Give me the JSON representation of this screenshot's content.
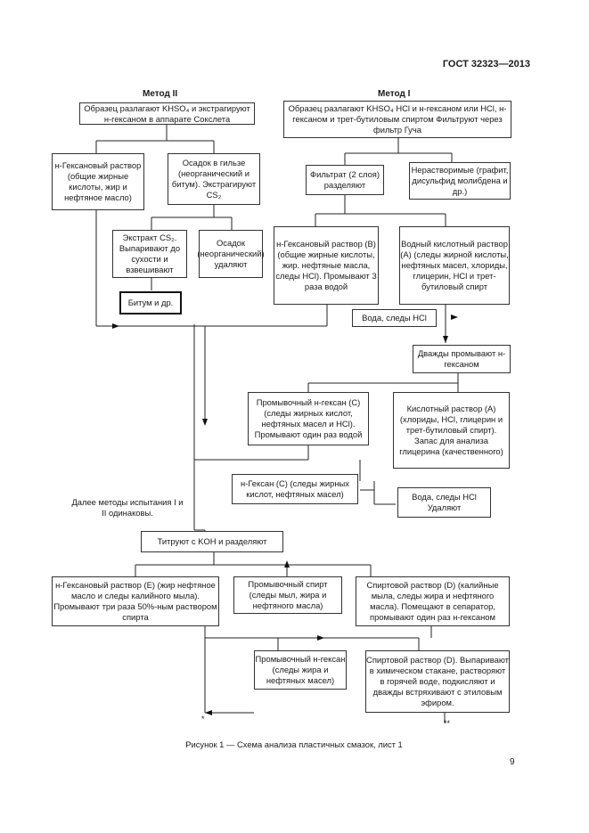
{
  "header": {
    "standard": "ГОСТ 32323—2013"
  },
  "methods": {
    "method2": "Метод II",
    "method1": "Метод I"
  },
  "boxes": {
    "m2_top": "Образец разлагают KHSO₄ и экстрагируют н-гексаном в аппарате Сокслета",
    "m1_top": "Образец разлагают KHSO₄ HCl и н-гексаном или HCl, н-гексаном и трет-бутиловым спиртом Фильтруют через фильтр Гуча",
    "hexane_left": "н-Гексановый раствор (общие жирные кислоты, жир и нефтяное масло)",
    "sediment_sleeve": "Осадок в гильзе (неорганический и битум). Экстрагируют CS₂",
    "filtrate": "Фильтрат (2 слоя) разделяют",
    "insoluble": "Нерастворимые (графит, дисульфид молибдена и др.)",
    "extract_cs2": "Экстракт CS₂. Выпаривают до сухости и взвешивают",
    "sediment_inorg": "Осадок (неорганический) удаляют",
    "hexane_b": "н-Гексановый раствор (B) (общие жирные кислоты, жир. нефтяные масла, следы HCl). Промывают 3 раза водой",
    "aqueous_a": "Водный кислотный раствор (A) (следы жирной кислоты, нефтяных масел, хлориды, глицерин, HCl и трет-бутиловый спирт",
    "bitumen": "Битум и др.",
    "water_hcl_1": "Вода, следы HCl",
    "wash_twice": "Дважды промывают н-гексаном",
    "washing_hexane_c": "Промывочный н-гексан (C) (следы жирных кислот, нефтяных масел и HCl). Промывают один раз водой",
    "acid_solution_a": "Кислотный раствор (A) (хлориды, HCl, глицерин и трет-бутиловый спирт). Запас для анализа глицерина (качественного)",
    "hexane_c": "н-Гексан (C) (следы жирных кислот, нефтяных масел)",
    "water_hcl_2": "Вода, следы HCl Удаляют",
    "titrate": "Титруют с KOH и разделяют",
    "hexane_e": "н-Гексановый раствор (E) (жир нефтяное масло и следы калийного мыла). Промывают три раза 50%-ным раствором спирта",
    "washing_alcohol": "Промывочный спирт (следы мыл, жира и нефтяного масла)",
    "alcohol_d": "Спиртовой раствор (D) (калийные мыла, следы жира и нефтяного масла). Помещают в сепаратор, промывают один раз н-гексаном",
    "washing_hexane_2": "Промывочный н-гексан (следы жира и нефтяных масел)",
    "alcohol_d2": "Спиртовой раствор (D). Выпаривают в химическом стакане, растворяют в горячей воде, подкисляют и дважды встряхивают с этиловым эфиром."
  },
  "note": "Далее методы испытания I и II одинаковы.",
  "marks": {
    "star": "*",
    "double_star": "**"
  },
  "caption": "Рисунок 1 — Схема анализа пластичных смазок, лист 1",
  "page_number": "9"
}
